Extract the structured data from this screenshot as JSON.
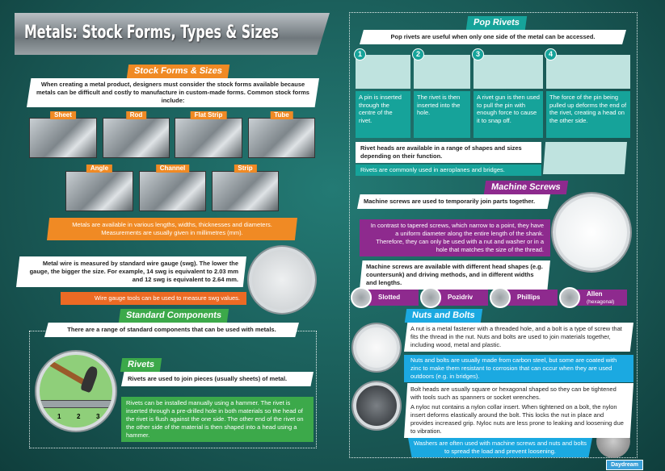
{
  "title": "Metals: Stock Forms, Types & Sizes",
  "stock_forms": {
    "heading": "Stock Forms & Sizes",
    "intro": "When creating a metal product, designers must consider the stock forms available because metals can be difficult and costly to manufacture in custom-made forms. Common stock forms include:",
    "forms": [
      "Sheet",
      "Rod",
      "Flat Strip",
      "Tube",
      "Angle",
      "Channel",
      "Strip"
    ],
    "note": "Metals are available in various lengths, widths, thicknesses and diameters. Measurements are usually given in millimetres (mm)."
  },
  "wire": {
    "text": "Metal wire is measured by standard wire gauge (swg). The lower the gauge, the bigger the size. For example, 14 swg is equivalent to 2.03 mm and 12 swg is equivalent to 2.64 mm.",
    "note": "Wire gauge tools can be used to measure swg values."
  },
  "standard": {
    "heading": "Standard Components",
    "intro": "There are a range of standard components that can be used with metals."
  },
  "rivets": {
    "heading": "Rivets",
    "intro": "Rivets are used to join pieces (usually sheets) of metal.",
    "detail": "Rivets can be installed manually using a hammer. The rivet is inserted through a pre-drilled hole in both materials so the head of the rivet is flush against the one side. The other end of the rivet on the other side of the material is then shaped into a head using a hammer.",
    "steps": [
      "1",
      "2",
      "3"
    ]
  },
  "pop_rivets": {
    "heading": "Pop Rivets",
    "intro": "Pop rivets are useful when only one side of the metal can be accessed.",
    "steps": [
      {
        "num": "1",
        "text": "A pin is inserted through the centre of the rivet."
      },
      {
        "num": "2",
        "text": "The rivet is then inserted into the hole."
      },
      {
        "num": "3",
        "text": "A rivet gun is then used to pull the pin with enough force to cause it to snap off."
      },
      {
        "num": "4",
        "text": "The force of the pin being pulled up deforms the end of the rivet, creating a head on the other side."
      }
    ],
    "heads": "Rivet heads are available in a range of shapes and sizes depending on their function.",
    "uses": "Rivets are commonly used in aeroplanes and bridges."
  },
  "machine_screws": {
    "heading": "Machine Screws",
    "intro": "Machine screws are used to temporarily join parts together.",
    "detail": "In contrast to tapered screws, which narrow to a point, they have a uniform diameter along the entire length of the shank. Therefore, they can only be used with a nut and washer or in a hole that matches the size of the thread.",
    "shapes": "Machine screws are available with different head shapes (e.g. countersunk) and driving methods, and in different widths and lengths.",
    "drives": [
      {
        "label": "Slotted",
        "sub": ""
      },
      {
        "label": "Pozidriv",
        "sub": ""
      },
      {
        "label": "Phillips",
        "sub": ""
      },
      {
        "label": "Allen",
        "sub": "(hexagonal)"
      }
    ]
  },
  "nuts_bolts": {
    "heading": "Nuts and Bolts",
    "intro": "A nut is a metal fastener with a threaded hole, and a bolt is a type of screw that fits the thread in the nut. Nuts and bolts are used to join materials together, including wood, metal and plastic.",
    "material": "Nuts and bolts are usually made from carbon steel, but some are coated with zinc to make them resistant to corrosion that can occur when they are used outdoors (e.g. in bridges).",
    "heads": "Bolt heads are usually square or hexagonal shaped so they can be tightened with tools such as spanners or socket wrenches.",
    "nyloc": "A nyloc nut contains a nylon collar insert. When tightened on a bolt, the nylon insert deforms elastically around the bolt. This locks the nut in place and provides increased grip. Nyloc nuts are less prone to leaking and loosening due to vibration.",
    "washers": "Washers are often used with machine screws and nuts and bolts to spread the load and prevent loosening."
  },
  "logo": "Daydream",
  "colors": {
    "orange": "#f08a24",
    "green": "#3ca94a",
    "teal": "#16a39a",
    "purple": "#8e2a8e",
    "blue": "#1ba9e1"
  }
}
